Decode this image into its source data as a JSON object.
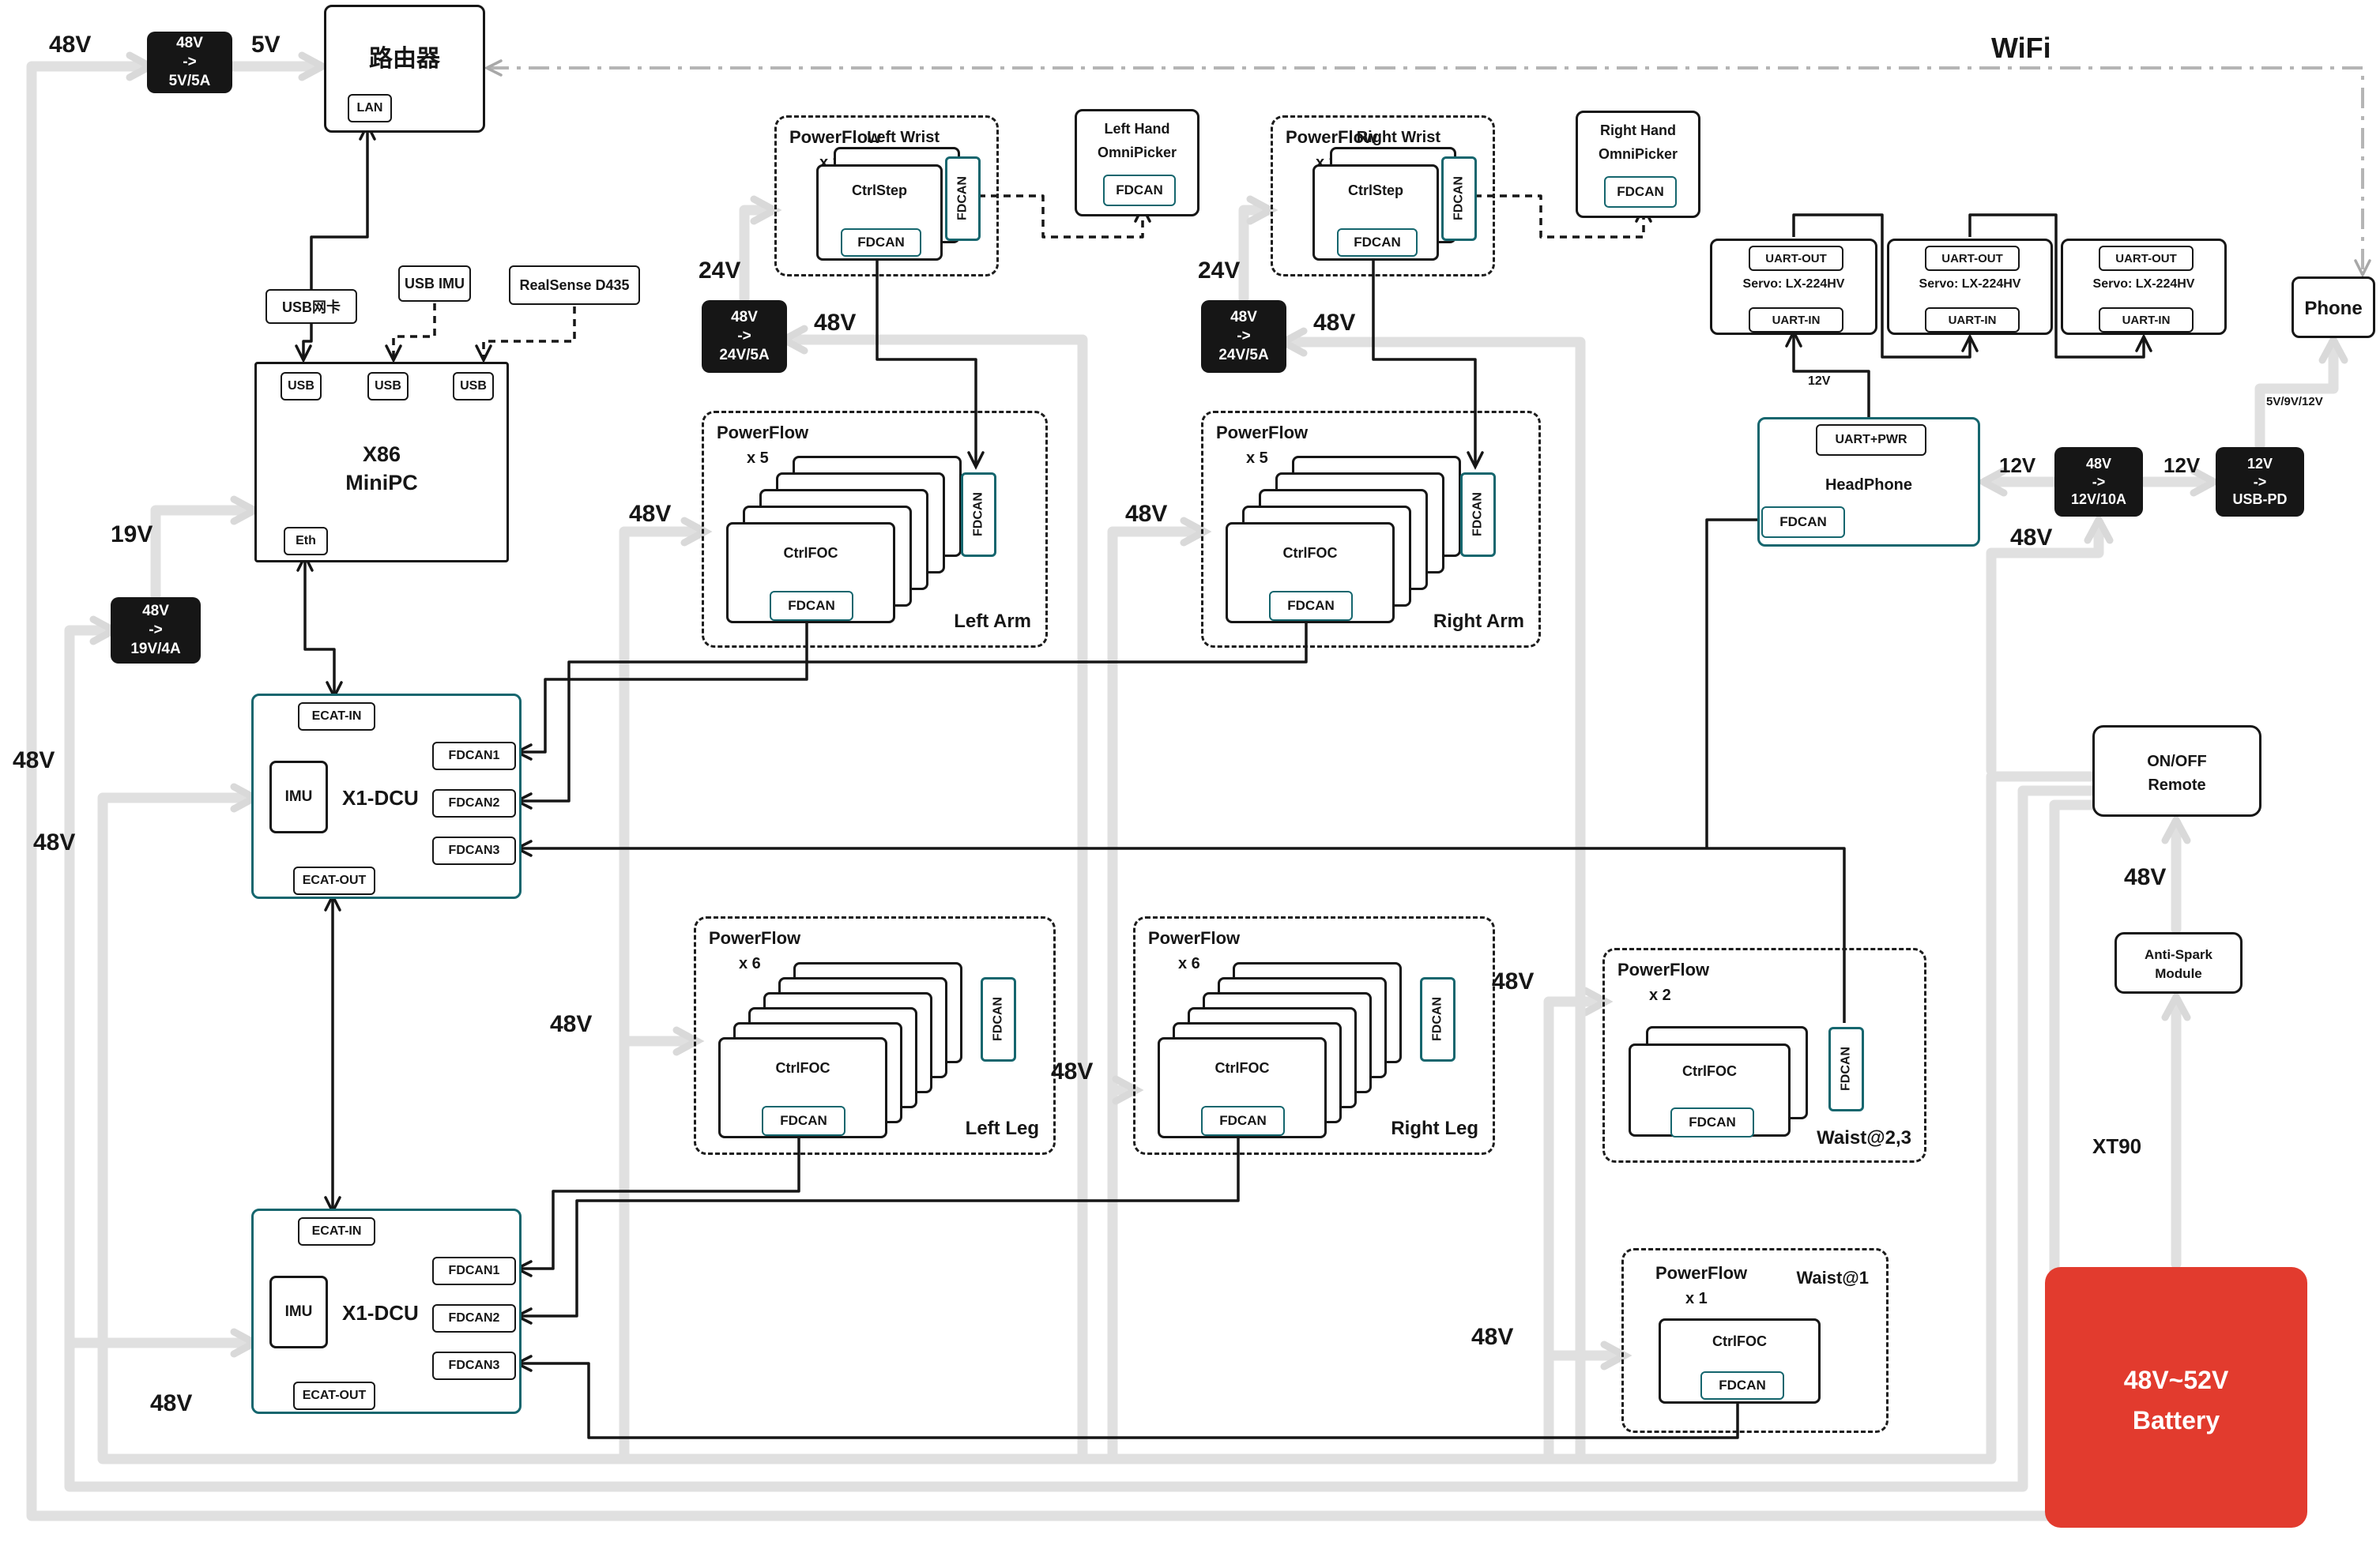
{
  "labels": {
    "v48": "48V",
    "v5": "5V",
    "v19": "19V",
    "v24": "24V",
    "v12": "12V",
    "mix": "5V/9V/12V",
    "wifi": "WiFi",
    "xt90": "XT90"
  },
  "router": {
    "title": "路由器",
    "lan": "LAN"
  },
  "conv": {
    "v5": {
      "a": "48V",
      "b": "->",
      "c": "5V/5A"
    },
    "v19": {
      "a": "48V",
      "b": "->",
      "c": "19V/4A"
    },
    "v24": {
      "a": "48V",
      "b": "->",
      "c": "24V/5A"
    },
    "v12": {
      "a": "48V",
      "b": "->",
      "c": "12V/10A"
    },
    "usbpd": {
      "a": "12V",
      "b": "->",
      "c": "USB-PD"
    }
  },
  "peripherals": {
    "netcard": "USB网卡",
    "imu": "USB IMU",
    "realsense": "RealSense D435"
  },
  "pc": {
    "l1": "X86",
    "l2": "MiniPC",
    "usb": "USB",
    "eth": "Eth"
  },
  "dcu": {
    "title": "X1-DCU",
    "ecat_in": "ECAT-IN",
    "ecat_out": "ECAT-OUT",
    "imu": "IMU",
    "fdcan1": "FDCAN1",
    "fdcan2": "FDCAN2",
    "fdcan3": "FDCAN3"
  },
  "pf": {
    "title": "PowerFlow",
    "fdcan": "FDCAN",
    "ctrl_step": "CtrlStep",
    "ctrl_foc": "CtrlFOC"
  },
  "groups": {
    "left_wrist": {
      "count": "x 2",
      "name": "Left Wrist"
    },
    "right_wrist": {
      "count": "x 2",
      "name": "Right Wrist"
    },
    "left_arm": {
      "count": "x 5",
      "name": "Left Arm"
    },
    "right_arm": {
      "count": "x 5",
      "name": "Right Arm"
    },
    "left_leg": {
      "count": "x 6",
      "name": "Left Leg"
    },
    "right_leg": {
      "count": "x 6",
      "name": "Right Leg"
    },
    "waist23": {
      "count": "x 2",
      "name": "Waist@2,3"
    },
    "waist1": {
      "count": "x 1",
      "name": "Waist@1"
    }
  },
  "hand_l": {
    "l1": "Left Hand",
    "l2": "OmniPicker",
    "fdcan": "FDCAN"
  },
  "hand_r": {
    "l1": "Right Hand",
    "l2": "OmniPicker",
    "fdcan": "FDCAN"
  },
  "servo": {
    "out": "UART-OUT",
    "name": "Servo: LX-224HV",
    "inp": "UART-IN"
  },
  "headphone": {
    "uart": "UART+PWR",
    "name": "HeadPhone",
    "fdcan": "FDCAN"
  },
  "phone": {
    "label": "Phone"
  },
  "remote": {
    "l1": "ON/OFF",
    "l2": "Remote"
  },
  "antispark": {
    "l1": "Anti-Spark",
    "l2": "Module"
  },
  "battery": {
    "l1": "48V~52V",
    "l2": "Battery"
  },
  "colors": {
    "teal": "#15666e",
    "red": "#e23b2e",
    "power_gray": "#e0e0e0",
    "line_black": "#161616"
  }
}
